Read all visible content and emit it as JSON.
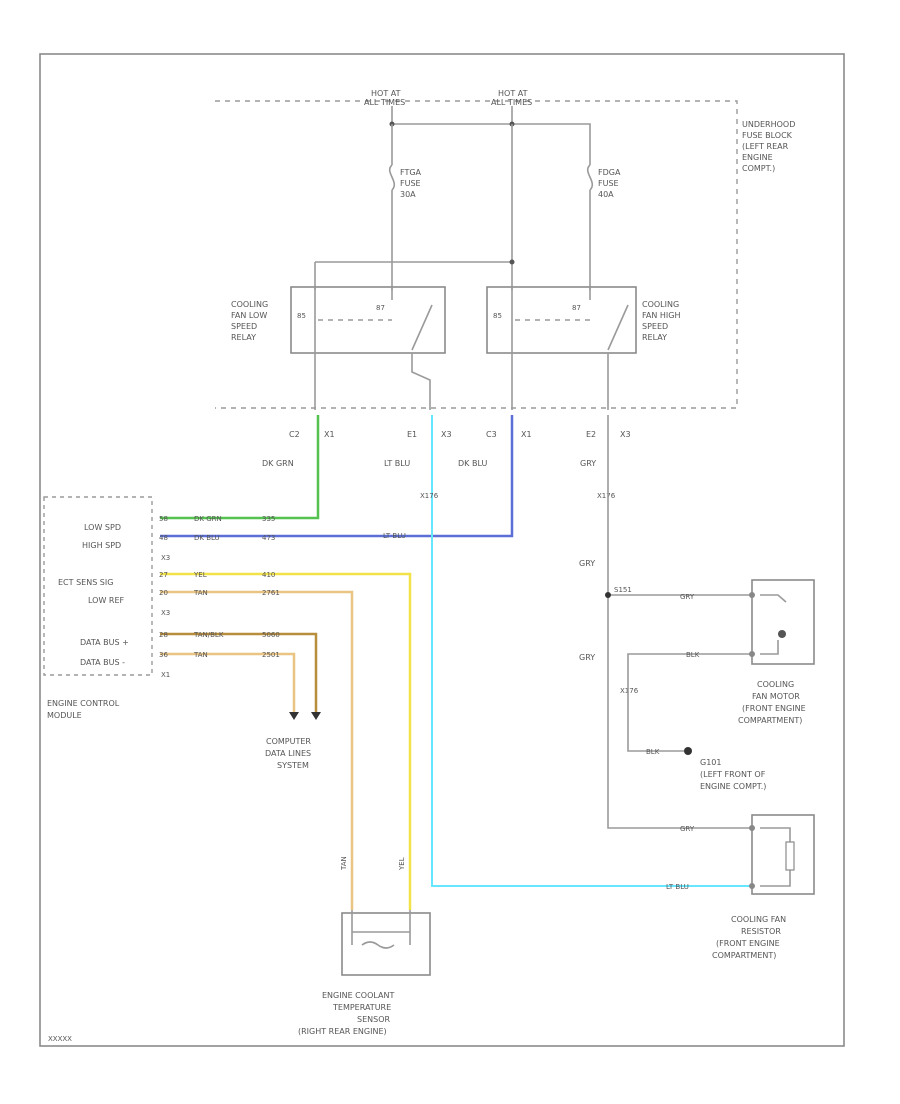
{
  "hot_labels": [
    {
      "line1": "HOT AT",
      "line2": "ALL TIMES"
    },
    {
      "line1": "HOT AT",
      "line2": "ALL TIMES"
    }
  ],
  "fuse_block_label": [
    "UNDERHOOD",
    "FUSE BLOCK",
    "(LEFT REAR",
    "ENGINE",
    "COMPT.)"
  ],
  "fuses": [
    {
      "name": "FTGA",
      "type": "FUSE",
      "rating": "30A"
    },
    {
      "name": "FDGA",
      "type": "FUSE",
      "rating": "40A"
    }
  ],
  "relays": [
    {
      "lines": [
        "COOLING",
        "FAN LOW",
        "SPEED",
        "RELAY"
      ]
    },
    {
      "lines": [
        "COOLING",
        "FAN HIGH",
        "SPEED",
        "RELAY"
      ]
    }
  ],
  "connectors": [
    {
      "pin": "C2",
      "conn": "X1"
    },
    {
      "pin": "E1",
      "conn": "X3"
    },
    {
      "pin": "C3",
      "conn": "X1"
    },
    {
      "pin": "E2",
      "conn": "X3"
    }
  ],
  "wire_colors_top": [
    "DK GRN",
    "LT BLU",
    "DK BLU",
    "GRY"
  ],
  "ecm": {
    "pins": [
      "LOW SPD",
      "HIGH SPD",
      "X3",
      "ECT SENS SIG",
      "LOW REF",
      "X3",
      "DATA BUS +",
      "DATA BUS -",
      "X1"
    ],
    "label": [
      "ENGINE CONTROL",
      "MODULE"
    ]
  },
  "ecm_wires": [
    {
      "pin": "58",
      "color": "DK GRN",
      "circuit": "335"
    },
    {
      "pin": "48",
      "color": "DK BLU",
      "circuit": "473"
    },
    {
      "pin": "27",
      "color": "YEL",
      "circuit": "410"
    },
    {
      "pin": "20",
      "color": "TAN",
      "circuit": "2761"
    },
    {
      "pin": "28",
      "color": "TAN/BLK",
      "circuit": "5060"
    },
    {
      "pin": "36",
      "color": "TAN",
      "circuit": "2501"
    }
  ],
  "splice_labels": [
    "X176",
    "X176",
    "X176"
  ],
  "lt_blu_label": "LT BLU",
  "cdls_label": [
    "COMPUTER",
    "DATA LINES",
    "SYSTEM"
  ],
  "ect_sensor_label": [
    "ENGINE COOLANT",
    "TEMPERATURE",
    "SENSOR",
    "(RIGHT REAR ENGINE)"
  ],
  "ect_wires": [
    "TAN",
    "YEL"
  ],
  "gry_labels": [
    "GRY",
    "GRY",
    "GRY",
    "GRY",
    "GRY"
  ],
  "splice_point": "S151",
  "blk_labels": [
    "BLK",
    "BLK"
  ],
  "ground": {
    "id": "G101",
    "lines": [
      "(LEFT FRONT OF",
      "ENGINE COMPT.)"
    ]
  },
  "fan_motor_label": [
    "COOLING",
    "FAN MOTOR",
    "(FRONT ENGINE",
    "COMPARTMENT)"
  ],
  "fan_resistor_label": [
    "COOLING FAN",
    "RESISTOR",
    "(FRONT ENGINE",
    "COMPARTMENT)"
  ],
  "fan_resistor_wire": "LT BLU",
  "footer_code": "XXXXX",
  "colors": {
    "green": "#55c24f",
    "blue": "#5b6fd6",
    "cyan": "#66e6ff",
    "yellow": "#f2e24a",
    "tan": "#e9c483",
    "tanblk": "#b88d3c",
    "gray": "#9a9a9a"
  }
}
